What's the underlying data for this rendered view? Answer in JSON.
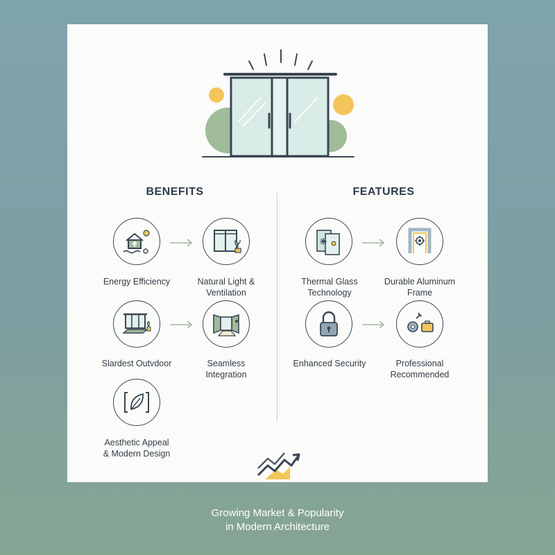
{
  "headings": {
    "benefits": "BENEFITS",
    "features": "FEATURES"
  },
  "benefits": [
    {
      "icon": "home-energy-icon",
      "line1": "Energy Efficiency",
      "line2": ""
    },
    {
      "icon": "window-plant-icon",
      "line1": "Natural Light &",
      "line2": "Ventilation"
    },
    {
      "icon": "outdoor-living-icon",
      "line1": "Slardest Outvdoor",
      "line2": ""
    },
    {
      "icon": "seamless-room-icon",
      "line1": "Seamless",
      "line2": "Integration"
    },
    {
      "icon": "leaf-frame-icon",
      "line1": "Aesthetic Appeal",
      "line2": "& Modern Design"
    }
  ],
  "features": [
    {
      "icon": "thermal-glass-icon",
      "line1": "Thermal Glass",
      "line2": "Technology"
    },
    {
      "icon": "aluminum-frame-icon",
      "line1": "Durable Aluminum",
      "line2": "Frame"
    },
    {
      "icon": "padlock-icon",
      "line1": "Enhanced Security",
      "line2": ""
    },
    {
      "icon": "toolkit-icon",
      "line1": "Professional",
      "line2": "Recommended"
    }
  ],
  "footer": {
    "line1": "Growing Market & Popularity",
    "line2": "in Modern Architecture"
  },
  "colors": {
    "ink": "#3a4752",
    "sage": "#8fae8d",
    "glass": "#d6ebe6",
    "accent": "#f4c55a",
    "arrow": "#9fb8a6"
  }
}
